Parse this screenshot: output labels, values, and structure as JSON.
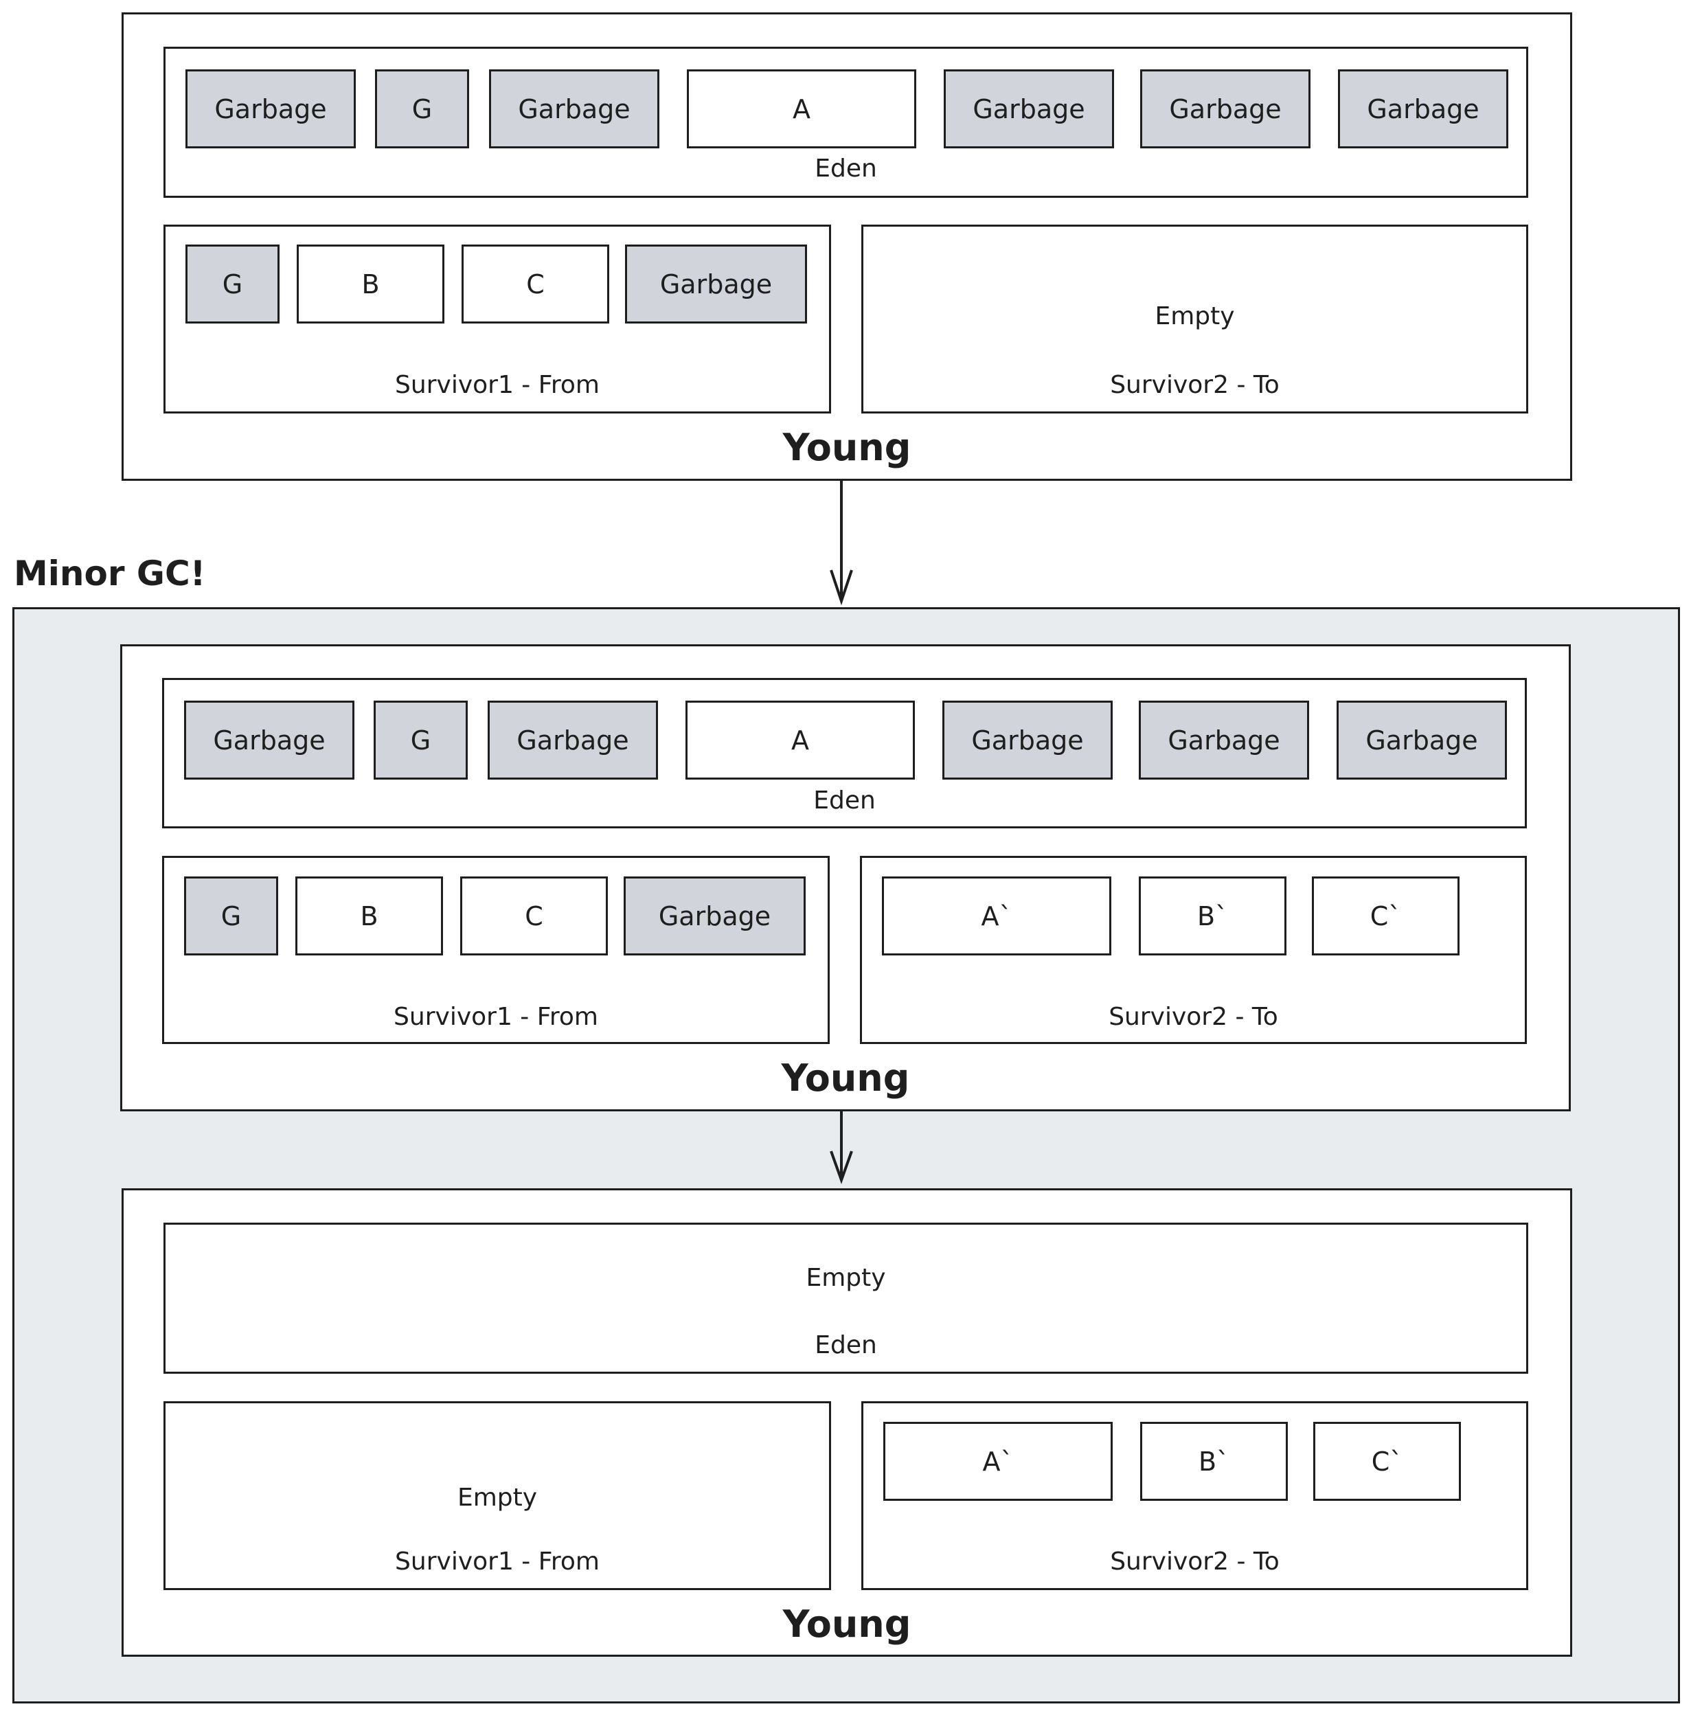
{
  "gc_event_label": "Minor GC!",
  "panels": [
    {
      "young_label": "Young",
      "eden": {
        "label": "Eden",
        "empty_text": "",
        "blocks": [
          {
            "text": "Garbage",
            "garbage": true
          },
          {
            "text": "G",
            "garbage": true
          },
          {
            "text": "Garbage",
            "garbage": true
          },
          {
            "text": "A",
            "garbage": false
          },
          {
            "text": "Garbage",
            "garbage": true
          },
          {
            "text": "Garbage",
            "garbage": true
          },
          {
            "text": "Garbage",
            "garbage": true
          }
        ]
      },
      "survivor1": {
        "label": "Survivor1 - From",
        "empty_text": "",
        "blocks": [
          {
            "text": "G",
            "garbage": true
          },
          {
            "text": "B",
            "garbage": false
          },
          {
            "text": "C",
            "garbage": false
          },
          {
            "text": "Garbage",
            "garbage": true
          }
        ]
      },
      "survivor2": {
        "label": "Survivor2 - To",
        "empty_text": "Empty",
        "blocks": []
      }
    },
    {
      "young_label": "Young",
      "eden": {
        "label": "Eden",
        "empty_text": "",
        "blocks": [
          {
            "text": "Garbage",
            "garbage": true
          },
          {
            "text": "G",
            "garbage": true
          },
          {
            "text": "Garbage",
            "garbage": true
          },
          {
            "text": "A",
            "garbage": false
          },
          {
            "text": "Garbage",
            "garbage": true
          },
          {
            "text": "Garbage",
            "garbage": true
          },
          {
            "text": "Garbage",
            "garbage": true
          }
        ]
      },
      "survivor1": {
        "label": "Survivor1 - From",
        "empty_text": "",
        "blocks": [
          {
            "text": "G",
            "garbage": true
          },
          {
            "text": "B",
            "garbage": false
          },
          {
            "text": "C",
            "garbage": false
          },
          {
            "text": "Garbage",
            "garbage": true
          }
        ]
      },
      "survivor2": {
        "label": "Survivor2 - To",
        "empty_text": "",
        "blocks": [
          {
            "text": "A`",
            "garbage": false
          },
          {
            "text": "B`",
            "garbage": false
          },
          {
            "text": "C`",
            "garbage": false
          }
        ]
      }
    },
    {
      "young_label": "Young",
      "eden": {
        "label": "Eden",
        "empty_text": "Empty",
        "blocks": []
      },
      "survivor1": {
        "label": "Survivor1 - From",
        "empty_text": "Empty",
        "blocks": []
      },
      "survivor2": {
        "label": "Survivor2 - To",
        "empty_text": "",
        "blocks": [
          {
            "text": "A`",
            "garbage": false
          },
          {
            "text": "B`",
            "garbage": false
          },
          {
            "text": "C`",
            "garbage": false
          }
        ]
      }
    }
  ],
  "colors": {
    "stroke": "#1e1e1e",
    "garbage_fill": "#d1d5db",
    "live_fill": "#ffffff",
    "gc_background": "#e8ecef"
  }
}
